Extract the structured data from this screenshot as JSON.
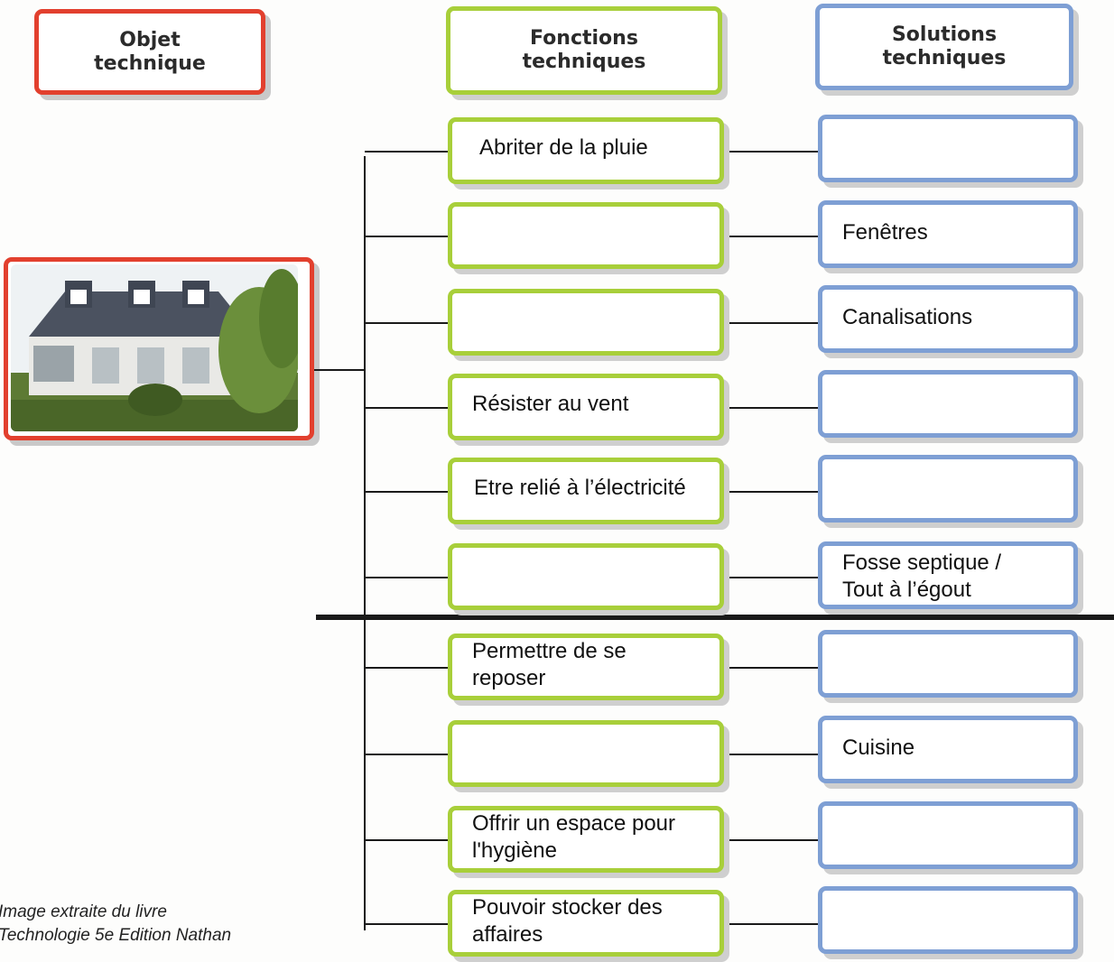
{
  "headers": {
    "object": "Objet\ntechnique",
    "functions": "Fonctions\ntechniques",
    "solutions": "Solutions\ntechniques"
  },
  "rows": [
    {
      "function": "Abriter de la pluie",
      "solution": ""
    },
    {
      "function": "",
      "solution": "Fenêtres"
    },
    {
      "function": "",
      "solution": "Canalisations"
    },
    {
      "function": "Résister au vent",
      "solution": ""
    },
    {
      "function": "Etre relié à l’électricité",
      "solution": ""
    },
    {
      "function": "",
      "solution": "Fosse septique /\nTout à l’égout"
    },
    {
      "function": "Permettre de se\nreposer",
      "solution": ""
    },
    {
      "function": "",
      "solution": "Cuisine"
    },
    {
      "function": "Offrir un espace pour\nl'hygiène",
      "solution": ""
    },
    {
      "function": "Pouvoir stocker des\naffaires",
      "solution": ""
    }
  ],
  "credit": "Image extraite du livre\nTechnologie 5e Edition Nathan",
  "colors": {
    "object_border": "#e2402e",
    "function_border": "#a8cf3a",
    "solution_border": "#7e9fd4"
  },
  "image": {
    "subject": "house-photo"
  }
}
